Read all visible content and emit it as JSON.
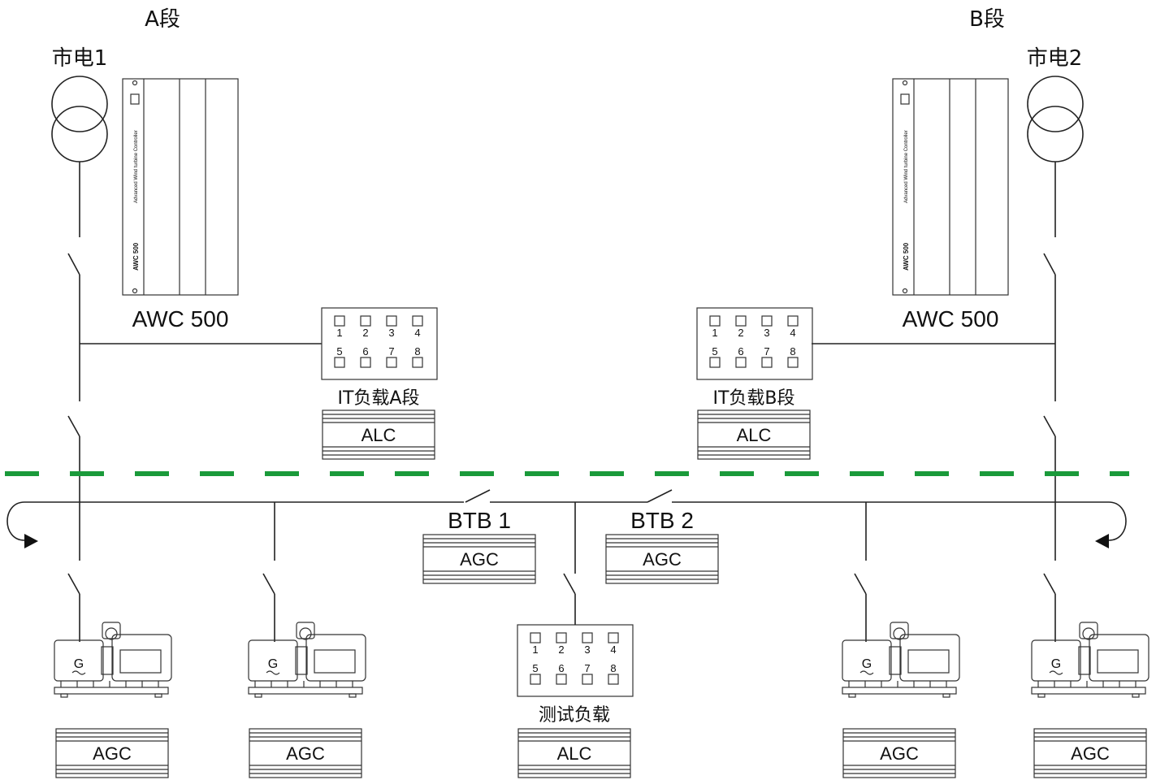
{
  "sections": {
    "a": "A段",
    "b": "B段"
  },
  "grids": {
    "grid1": "市电1",
    "grid2": "市电2"
  },
  "awc": {
    "left_label": "AWC 500",
    "right_label": "AWC 500",
    "panel_model": "AWC 500",
    "panel_subtitle": "Advanced Wind turbine Controller"
  },
  "loads": {
    "it_a": {
      "label": "IT负载A段",
      "controller": "ALC"
    },
    "it_b": {
      "label": "IT负载B段",
      "controller": "ALC"
    },
    "test": {
      "label": "测试负载",
      "controller": "ALC"
    },
    "channels": [
      "1",
      "2",
      "3",
      "4",
      "5",
      "6",
      "7",
      "8"
    ]
  },
  "breakers": {
    "btb1": {
      "label": "BTB 1",
      "controller": "AGC"
    },
    "btb2": {
      "label": "BTB 2",
      "controller": "AGC"
    }
  },
  "generators": [
    {
      "symbol": "G",
      "controller": "AGC"
    },
    {
      "symbol": "G",
      "controller": "AGC"
    },
    {
      "symbol": "G",
      "controller": "AGC"
    },
    {
      "symbol": "G",
      "controller": "AGC"
    }
  ],
  "colors": {
    "divider": "#1a9a3a",
    "line": "#222222"
  }
}
